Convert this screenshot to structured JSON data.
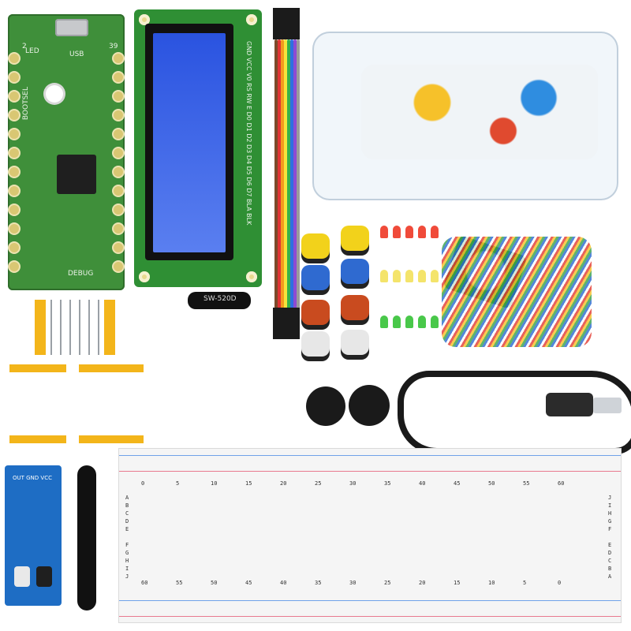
{
  "pico": {
    "labels": [
      "LED",
      "USB",
      "BOOTSEL",
      "DEBUG",
      "2",
      "39"
    ]
  },
  "lcd": {
    "pin_labels": "GND VCC V0 RS RW E D0 D1 D2 D3 D4 D5 D6 D7 BLA BLK"
  },
  "breadboard": {
    "top_numbers": [
      "0",
      "5",
      "10",
      "15",
      "20",
      "25",
      "30",
      "35",
      "40",
      "45",
      "50",
      "55",
      "60"
    ],
    "bottom_numbers": [
      "60",
      "55",
      "50",
      "45",
      "40",
      "35",
      "30",
      "25",
      "20",
      "15",
      "10",
      "5",
      "0"
    ],
    "left_rows": [
      "A",
      "B",
      "C",
      "D",
      "E",
      "F",
      "G",
      "H",
      "I",
      "J"
    ],
    "right_rows": [
      "J",
      "I",
      "H",
      "G",
      "F",
      "E",
      "D",
      "C",
      "B",
      "A"
    ]
  },
  "tilt_switch": {
    "label": "SW-520D"
  },
  "ir_sensor": {
    "label": "OUT GND VCC"
  },
  "colors": {
    "board_green": "#3f8f3a",
    "lcd_blue": "#2a53e0",
    "resistor_tape": "#f3b51a",
    "ir_blue": "#1e6dc4"
  }
}
